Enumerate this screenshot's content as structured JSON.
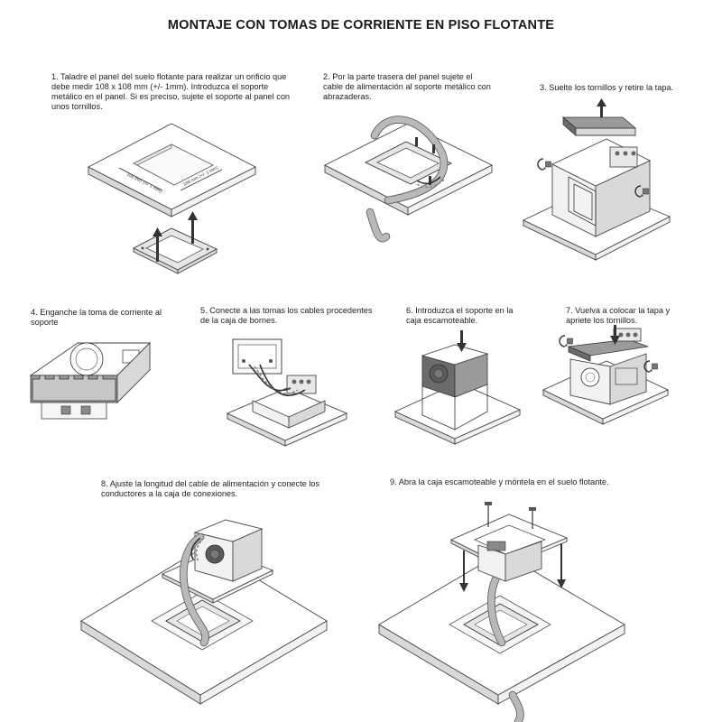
{
  "title": "MONTAJE CON TOMAS DE CORRIENTE EN PISO FLOTANTE",
  "steps": [
    {
      "text": "1.  Taladre el panel del suelo flotante para realizar un orificio que debe medir 108 x 108 mm (+/- 1mm). Introduzca el soporte metálico en el panel. Si es preciso, sujete el soporte al panel con unos tornillos."
    },
    {
      "text": "2. Por la parte trasera del panel sujete el cable de alimentación al soporte metálico con abrazaderas."
    },
    {
      "text": "3. Suelte los tornillos y retire la tapa."
    },
    {
      "text": "4. Enganche la toma de corriente al soporte"
    },
    {
      "text": "5. Conecte a las tomas los cables procedentes de la caja de bornes."
    },
    {
      "text": "6. Introduzca el soporte en la caja escamoteable."
    },
    {
      "text": "7. Vuelva a colocar la tapa y apriete los tornillos."
    },
    {
      "text": "8. Ajuste la longitud del cable de alimentación y conecte los conductores a la caja de conexiones."
    },
    {
      "text": "9. Abra la caja escamoteable y móntela en el suelo flotante."
    }
  ],
  "dimensions": {
    "a": "108 mm (+/- 1 mm)",
    "b": "108 mm (+/- 1 mm)"
  },
  "icons": [
    "screwdriver-rotate-icon",
    "arrow-up-icon",
    "arrow-down-icon"
  ]
}
